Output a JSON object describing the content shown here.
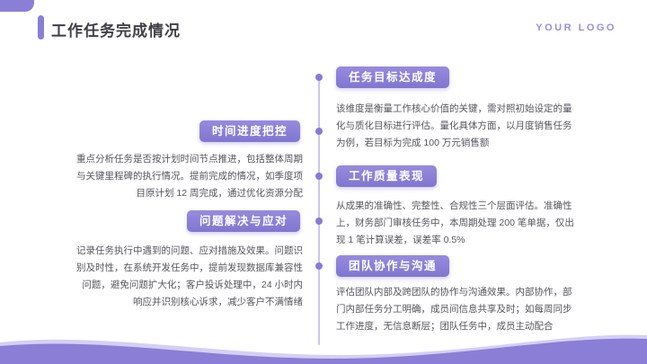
{
  "header": {
    "title": "工作任务完成情况",
    "logo": "YOUR LOGO"
  },
  "timeline": {
    "items": [
      {
        "side": "right",
        "label": "任务目标达成度",
        "body": "该维度是衡量工作核心价值的关键，需对照初始设定的量化与质化目标进行评估。量化具体方面，以月度销售任务为例，若目标为完成 100 万元销售额"
      },
      {
        "side": "left",
        "label": "时间进度把控",
        "body": "重点分析任务是否按计划时间节点推进，包括整体周期与关键里程碑的执行情况。提前完成的情况，如季度项目原计划 12 周完成，通过优化资源分配"
      },
      {
        "side": "right",
        "label": "工作质量表现",
        "body": "从成果的准确性、完整性、合规性三个层面评估。准确性上，财务部门审核任务中，本周期处理 200 笔单据，仅出现 1 笔计算误差，误差率 0.5%"
      },
      {
        "side": "left",
        "label": "问题解决与应对",
        "body": "记录任务执行中遇到的问题、应对措施及效果。问题识别及时性，在系统开发任务中，提前发现数据库兼容性问题，避免问题扩大化；客户投诉处理中，24 小时内响应并识别核心诉求，减少客户不满情绪"
      },
      {
        "side": "right",
        "label": "团队协作与沟通",
        "body": "评估团队内部及跨团队的协作与沟通效果。内部协作，部门内部任务分工明确，成员间信息共享及时；如每周同步工作进度，无信息断层；团队任务中，成员主动配合"
      }
    ]
  },
  "colors": {
    "accent": "#8a7ed6",
    "accent_light": "#b3a8ea",
    "timeline_line": "#ccc6ec",
    "body_text": "#55555c",
    "title_text": "#3f3f46"
  }
}
